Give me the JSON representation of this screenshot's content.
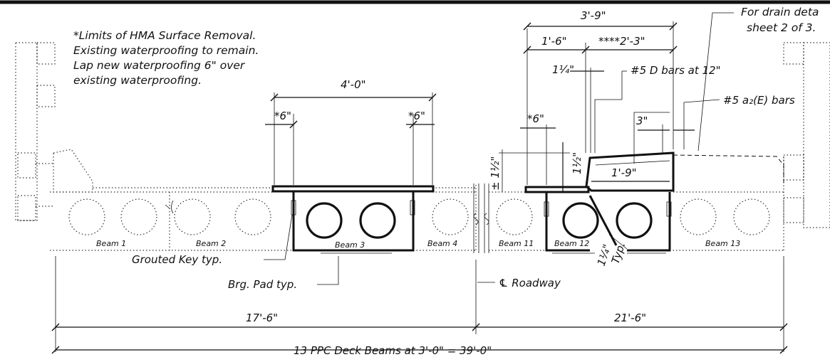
{
  "notes": {
    "limits_line1": "*Limits of HMA Surface Removal.",
    "limits_line2": "Existing waterproofing to remain.",
    "limits_line3": "Lap new waterproofing 6\" over",
    "limits_line4": "existing waterproofing.",
    "drain_line1": "For drain deta",
    "drain_line2": "sheet 2 of 3."
  },
  "dimensions": {
    "top_overall": "3'-9\"",
    "top_left": "1'-6\"",
    "top_right": "****2'-3\"",
    "quarter": "1¼\"",
    "center_width": "4'-0\"",
    "star_six_left": "*6\"",
    "star_six_right": "*6\"",
    "star_six_third": "*6\"",
    "three_in": "3\"",
    "thickness_left": "± 1½\"",
    "thickness_center": "1½\"",
    "width_inner": "1'-9\"",
    "chamfer": "1¼\"",
    "chamfer_typ": "Typ.",
    "left_span": "17'-6\"",
    "right_span": "21'-6\"",
    "overall": "13 PPC Deck Beams at 3'-0\" = 39'-0\""
  },
  "bars": {
    "d_bars": "#5 D bars at 12\"",
    "a_bars": "#5 a₂(E) bars"
  },
  "labels": {
    "grouted_key": "Grouted Key typ.",
    "brg_pad": "Brg. Pad typ.",
    "roadway": "℄ Roadway"
  },
  "beams": [
    "Beam 1",
    "Beam 2",
    "Beam 3",
    "Beam 4",
    "Beam 11",
    "Beam 12",
    "Beam 13"
  ]
}
